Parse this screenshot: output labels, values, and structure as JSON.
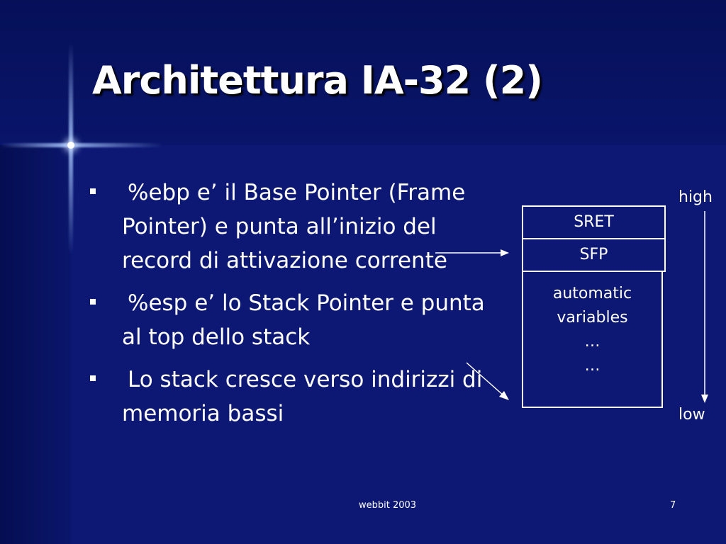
{
  "slide": {
    "title": "Architettura IA-32 (2)",
    "bullets": [
      {
        "text": "%ebp e’ il Base Pointer (Frame Pointer) e punta all’inizio del record di attivazione corrente"
      },
      {
        "text": "%esp e’ lo Stack Pointer e punta al top dello stack"
      },
      {
        "text": "Lo stack cresce verso indirizzi di memoria bassi"
      }
    ],
    "diagram": {
      "cells": {
        "sret": "SRET",
        "sfp": "SFP",
        "automatic": [
          "automatic",
          "variables",
          "…",
          "…"
        ]
      },
      "high_label": "high",
      "low_label": "low"
    },
    "footer": {
      "center": "webbit 2003",
      "page_number": "7"
    },
    "colors": {
      "background": "#0c1874",
      "text": "#ffffff"
    }
  }
}
